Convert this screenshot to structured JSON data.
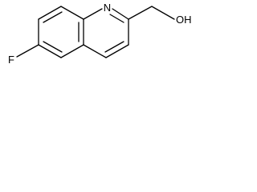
{
  "molecule": {
    "atoms": {
      "nitrogen": "N",
      "hydroxyl": "OH",
      "fluorine": "F"
    },
    "colors": {
      "bond": "#000000",
      "label": "#000000",
      "background": "#ffffff"
    }
  }
}
